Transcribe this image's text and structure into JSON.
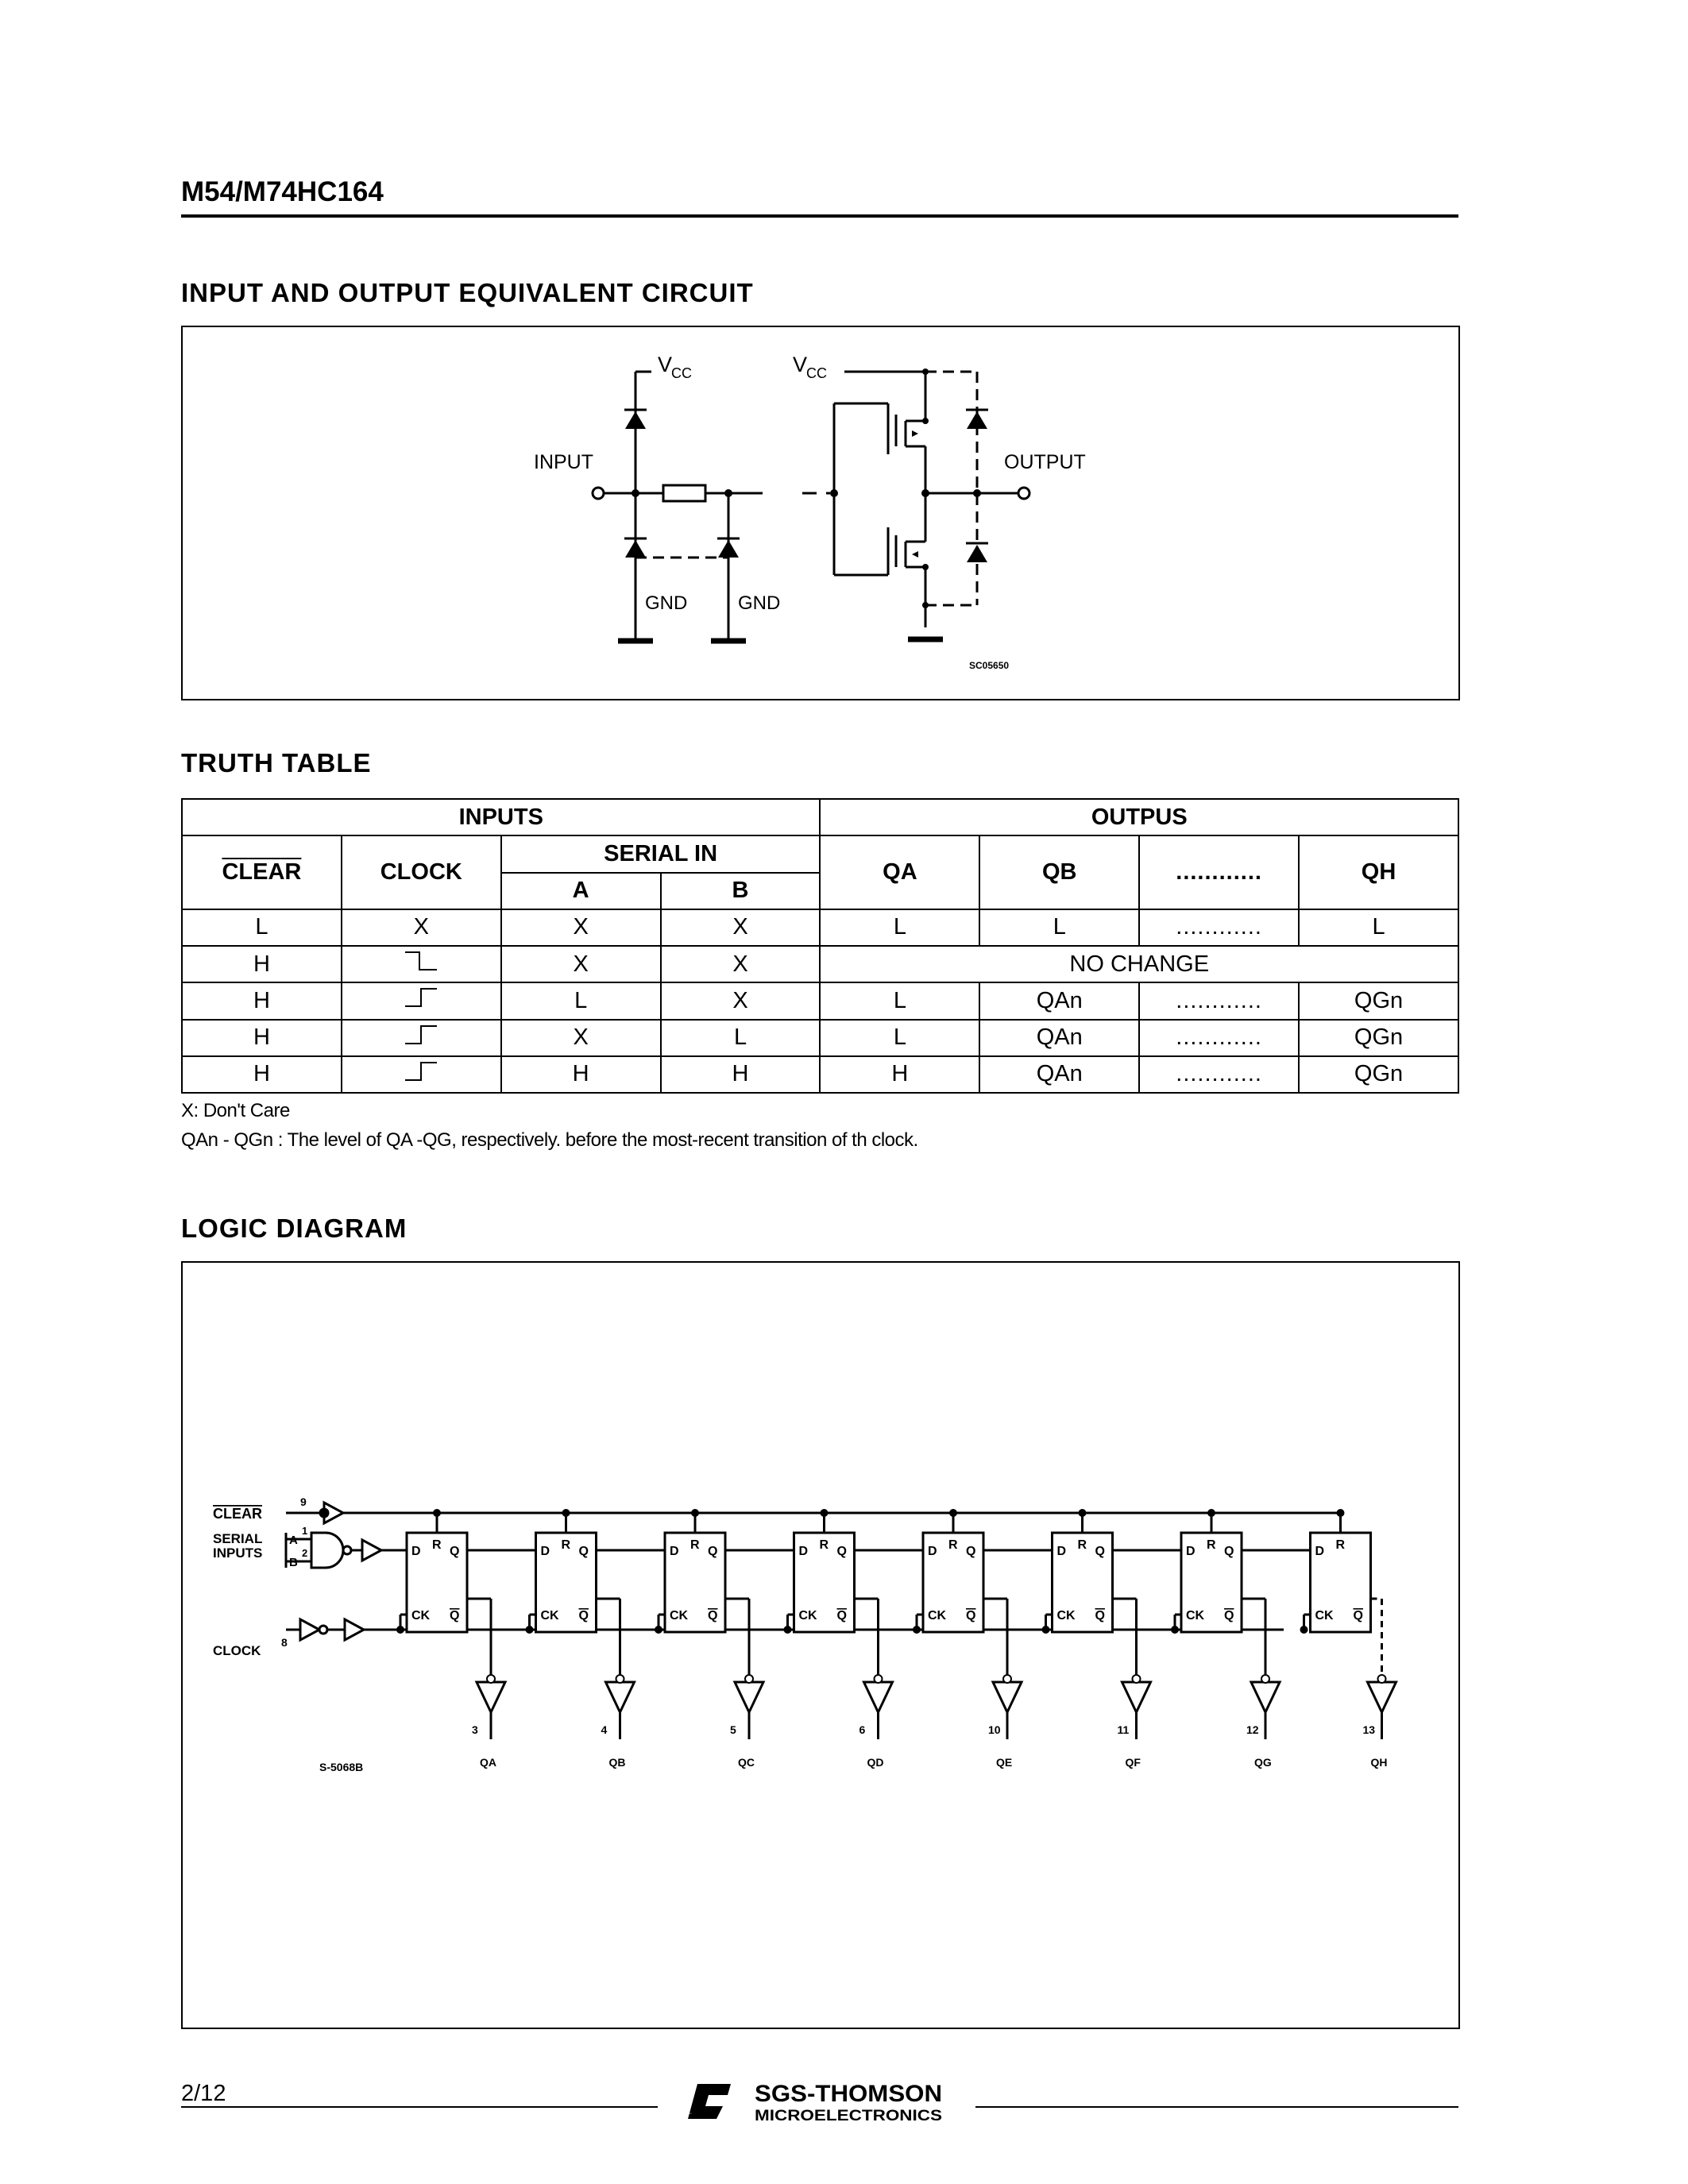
{
  "header": {
    "part_number": "M54/M74HC164"
  },
  "sections": {
    "io_circuit": "INPUT AND OUTPUT EQUIVALENT CIRCUIT",
    "truth_table": "TRUTH TABLE",
    "logic_diagram": "LOGIC DIAGRAM"
  },
  "io_circuit": {
    "vcc_label": "V",
    "vcc_sub": "CC",
    "input_label": "INPUT",
    "output_label": "OUTPUT",
    "gnd_label": "GND",
    "code": "SC05650"
  },
  "truth_table": {
    "group_inputs": "INPUTS",
    "group_outputs": "OUTPUS",
    "col_clear": "CLEAR",
    "col_clock": "CLOCK",
    "col_serial_in": "SERIAL IN",
    "col_a": "A",
    "col_b": "B",
    "col_qa": "QA",
    "col_qb": "QB",
    "col_dots": "............",
    "col_qh": "QH",
    "rows": [
      {
        "clear": "L",
        "clock": "X",
        "a": "X",
        "b": "X",
        "qa": "L",
        "qb": "L",
        "dots": "............",
        "qh": "L"
      },
      {
        "clear": "H",
        "clock_icon": "falling-edge",
        "a": "X",
        "b": "X",
        "no_change": "NO CHANGE"
      },
      {
        "clear": "H",
        "clock_icon": "rising-edge",
        "a": "L",
        "b": "X",
        "qa": "L",
        "qb": "QAn",
        "dots": "............",
        "qh": "QGn"
      },
      {
        "clear": "H",
        "clock_icon": "rising-edge",
        "a": "X",
        "b": "L",
        "qa": "L",
        "qb": "QAn",
        "dots": "............",
        "qh": "QGn"
      },
      {
        "clear": "H",
        "clock_icon": "rising-edge",
        "a": "H",
        "b": "H",
        "qa": "H",
        "qb": "QAn",
        "dots": "............",
        "qh": "QGn"
      }
    ],
    "notes": [
      "X: Don't Care",
      "QAn - QGn : The level of QA -QG, respectively. before the most-recent  transition of th clock."
    ]
  },
  "logic_diagram": {
    "clear_label": "CLEAR",
    "clear_pin": "9",
    "serial_label_1": "SERIAL",
    "serial_label_2": "INPUTS",
    "serial_a": "A",
    "serial_b": "B",
    "serial_a_pin": "1",
    "serial_b_pin": "2",
    "clock_label": "CLOCK",
    "clock_pin": "8",
    "ff_d": "D",
    "ff_r": "R",
    "ff_q": "Q",
    "ff_ck": "CK",
    "ff_qbar": "Q",
    "code": "S-5068B",
    "output_pins": [
      "3",
      "4",
      "5",
      "6",
      "10",
      "11",
      "12",
      "13"
    ],
    "output_names": [
      "QA",
      "QB",
      "QC",
      "QD",
      "QE",
      "QF",
      "QG",
      "QH"
    ]
  },
  "footer": {
    "page": "2/12",
    "logo_mark": "ST",
    "company": "SGS-THOMSON",
    "division": "MICROELECTRONICS"
  }
}
